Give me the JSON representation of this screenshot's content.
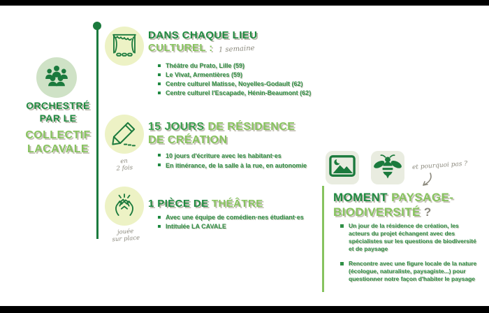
{
  "colors": {
    "dark_green": "#1f8a41",
    "mid_green": "#2f8f46",
    "light_green": "#87c35f",
    "timeline_green": "#1b7a3d",
    "pale_circle": "#edf2c5",
    "pale_mint_circle": "#cfe2c6",
    "pale_square": "#e9ece0",
    "annotation_gray": "#8b897d",
    "frame_black": "#000000"
  },
  "icons": {
    "left": "people-group-icon",
    "section_lieu": "theater-stage-icon",
    "section_residence": "pencil-icon",
    "section_piece": "applause-hands-icon",
    "right_1": "landscape-icon",
    "right_2": "bee-icon"
  },
  "left_label": {
    "line1": "ORCHESTRÉ",
    "line2": "PAR LE",
    "line3": "COLLECTIF",
    "line4": "LACAVALE"
  },
  "sections": {
    "lieu": {
      "title_dark": "DANS CHAQUE LIEU",
      "title_light": "CULTUREL :",
      "annotation": "1 semaine",
      "bullets": [
        "Théâtre du Prato, Lille (59)",
        "Le Vivat, Armentières (59)",
        "Centre culturel Matisse, Noyelles-Godault (62)",
        "Centre culturel l'Escapade, Hénin-Beaumont (62)"
      ]
    },
    "residence": {
      "title_dark": "15 JOURS",
      "title_light_1": "DE RÉSIDENCE",
      "title_light_2": "DE CRÉATION",
      "badge_note_1": "en",
      "badge_note_2": "2 fois",
      "bullets": [
        "10 jours d'écriture avec les habitant·es",
        "En itinérance, de la salle à la rue, en autonomie"
      ]
    },
    "piece": {
      "title_dark": "1 PIÈCE DE",
      "title_light": "THÉÂTRE",
      "badge_note_1": "jouée",
      "badge_note_2": "sur place",
      "bullets": [
        "Avec une équipe de comédien·nes étudiant·es",
        "Intitulée LA CAVALE"
      ]
    }
  },
  "right_panel": {
    "annotation": "et pourquoi pas ?",
    "title_dark": "MOMENT",
    "title_light_1": "PAYSAGE-",
    "title_light_2": "BIODIVERSITÉ",
    "question_mark": "?",
    "bullets": [
      "Un jour de la résidence de création, les acteurs du projet échangent avec des spécialistes sur les questions de biodiversité et de paysage",
      "Rencontre avec une figure locale de la nature (écologue, naturaliste, paysagiste...) pour questionner notre façon d'habiter le paysage"
    ]
  }
}
